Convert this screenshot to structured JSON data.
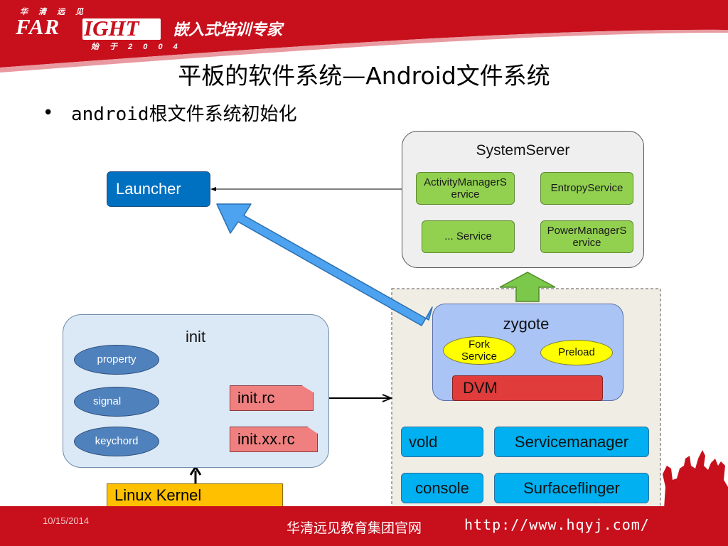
{
  "header": {
    "logo_top": "华 清 远 见",
    "logo_far": "FAR",
    "logo_ight": "IGHT",
    "logo_since": "始 于 2 0 0 4",
    "slogan": "嵌入式培训专家",
    "title": "平板的软件系统—Android文件系统",
    "bullet": "android根文件系统初始化"
  },
  "diagram": {
    "system_server": {
      "title": "SystemServer",
      "services": [
        "ActivityManagerService",
        "EntropyService",
        "... Service",
        "PowerManagerService"
      ]
    },
    "launcher": "Launcher",
    "init": {
      "title": "init",
      "ovals": [
        "property",
        "signal",
        "keychord"
      ],
      "files": [
        "init.rc",
        "init.xx.rc"
      ]
    },
    "linux_kernel": "Linux Kernel",
    "zygote": {
      "title": "zygote",
      "fork_service": "Fork Service",
      "preload": "Preload",
      "dvm": "DVM"
    },
    "daemons": [
      "vold",
      "Servicemanager",
      "console",
      "Surfaceflinger"
    ]
  },
  "footer": {
    "date": "10/15/2014",
    "org": "华清远见教育集团官网",
    "url": "http://www.hqyj.com/"
  },
  "colors": {
    "brand_red": "#c8101d",
    "service_green": "#92d050",
    "daemon_cyan": "#00b0f0",
    "launcher_blue": "#0070c0",
    "init_pink": "#f08080",
    "kernel_yellow": "#ffc000",
    "zygote_lavender": "#a9c4f5",
    "dvm_red": "#e03c3c"
  }
}
